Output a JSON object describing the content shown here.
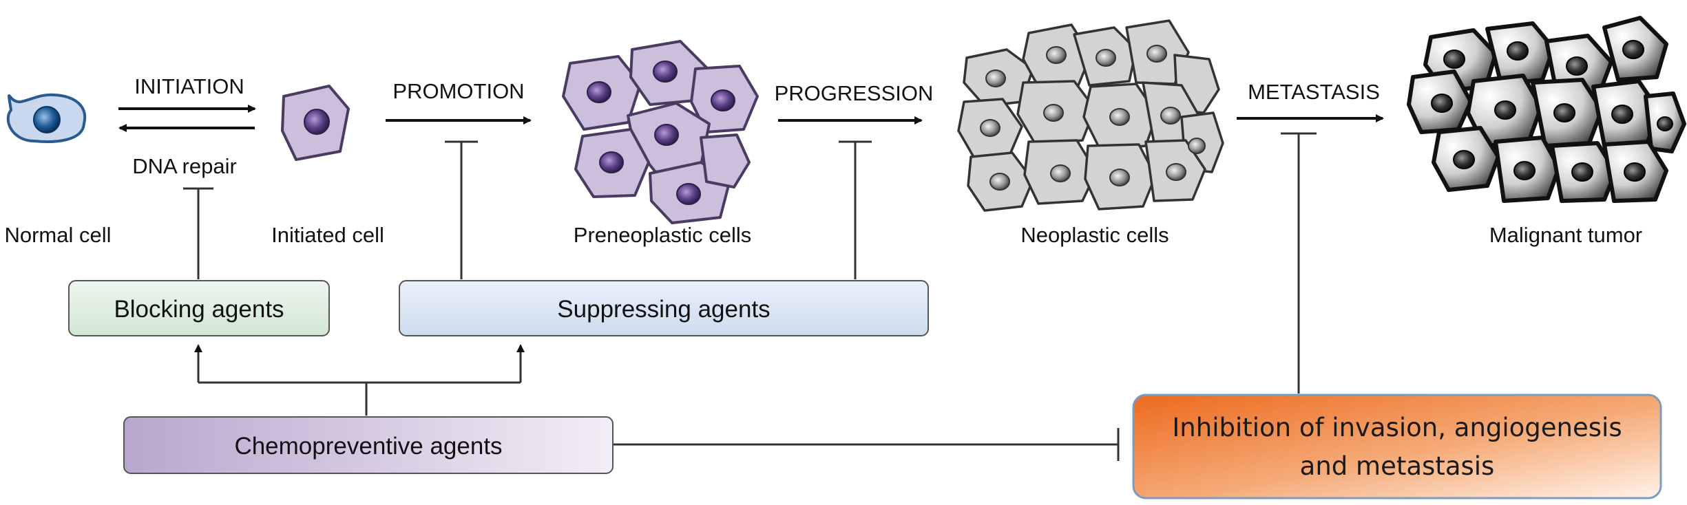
{
  "steps": {
    "initiation": "INITIATION",
    "dna_repair": "DNA repair",
    "promotion": "PROMOTION",
    "progression": "PROGRESSION",
    "metastasis": "METASTASIS"
  },
  "stages": {
    "normal": "Normal cell",
    "initiated": "Initiated cell",
    "preneoplastic": "Preneoplastic cells",
    "neoplastic": "Neoplastic cells",
    "malignant": "Malignant tumor"
  },
  "boxes": {
    "blocking": "Blocking agents",
    "suppressing": "Suppressing agents",
    "chemopreventive": "Chemopreventive agents",
    "inhibition_line1": "Inhibition of invasion, angiogenesis",
    "inhibition_line2": "and metastasis"
  },
  "colors": {
    "normal_cell": "#c9d8ee",
    "preneoplastic_cell": "#cbbfdb",
    "neoplastic_cell": "#d0d0d0",
    "blocking_box": "#dfeee0",
    "suppressing_box": "#dce6f3",
    "chemopreventive_box": "#cdbfd8",
    "inhibition_box": "#f07a33"
  }
}
